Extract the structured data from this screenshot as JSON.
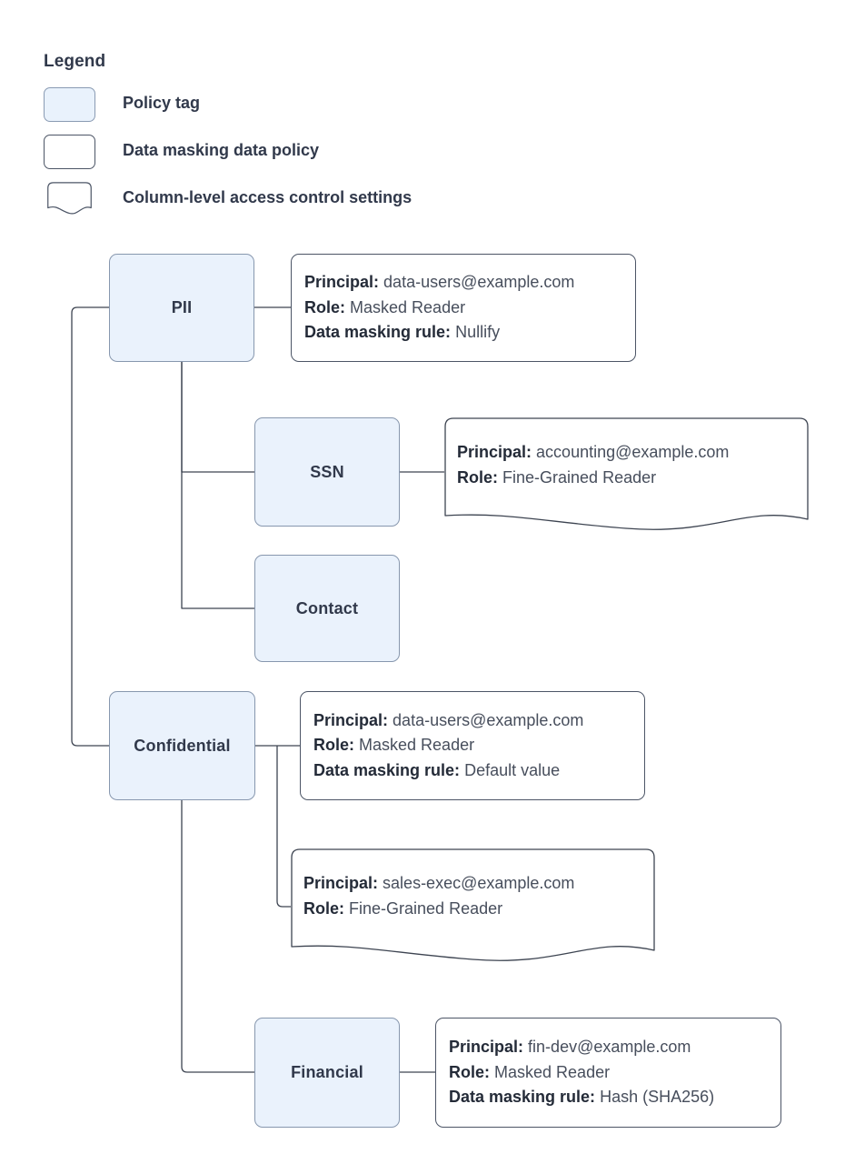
{
  "legend": {
    "title": "Legend",
    "items": [
      {
        "shape": "policy-tag-swatch",
        "label": "Policy tag"
      },
      {
        "shape": "data-masking-policy-swatch",
        "label": "Data masking data policy"
      },
      {
        "shape": "column-level-access-swatch",
        "label": "Column-level access control settings"
      }
    ]
  },
  "colors": {
    "tag_fill": "#eaf2fc",
    "tag_stroke": "#8797ae",
    "box_stroke": "#4c5566",
    "text": "#31394b",
    "edge": "#3d4451"
  },
  "nodes": {
    "pii": {
      "label": "PII"
    },
    "ssn": {
      "label": "SSN"
    },
    "contact": {
      "label": "Contact"
    },
    "confidential": {
      "label": "Confidential"
    },
    "financial": {
      "label": "Financial"
    }
  },
  "policies": {
    "pii": {
      "principal_key": "Principal:",
      "principal_value": "data-users@example.com",
      "role_key": "Role:",
      "role_value": "Masked Reader",
      "rule_key": "Data masking rule:",
      "rule_value": "Nullify"
    },
    "ssn": {
      "principal_key": "Principal:",
      "principal_value": "accounting@example.com",
      "role_key": "Role:",
      "role_value": "Fine-Grained Reader"
    },
    "confidential": {
      "principal_key": "Principal:",
      "principal_value": "data-users@example.com",
      "role_key": "Role:",
      "role_value": "Masked Reader",
      "rule_key": "Data masking rule:",
      "rule_value": "Default value"
    },
    "sales_exec": {
      "principal_key": "Principal:",
      "principal_value": "sales-exec@example.com",
      "role_key": "Role:",
      "role_value": "Fine-Grained Reader"
    },
    "financial": {
      "principal_key": "Principal:",
      "principal_value": "fin-dev@example.com",
      "role_key": "Role:",
      "role_value": "Masked Reader",
      "rule_key": "Data masking rule:",
      "rule_value": "Hash (SHA256)"
    }
  }
}
